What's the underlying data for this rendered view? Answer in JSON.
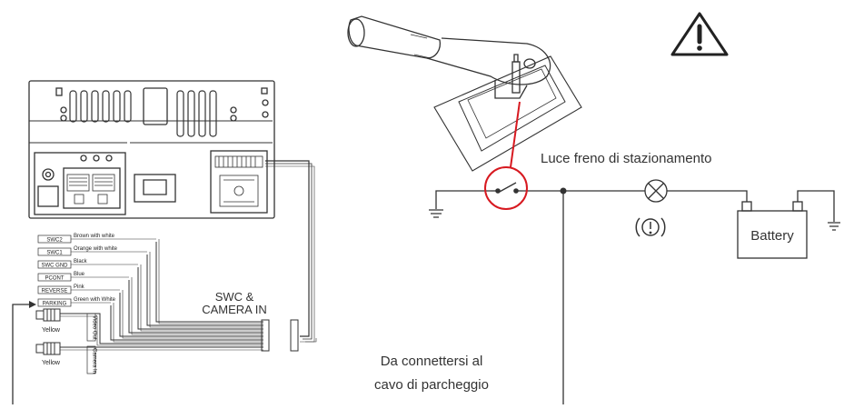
{
  "labels": {
    "brake_light": "Luce freno di stazionamento",
    "battery": "Battery",
    "connect_line1": "Da connettersi al",
    "connect_line2": "cavo di parcheggio",
    "swc_line1": "SWC &",
    "swc_line2": "CAMERA IN",
    "yellow_1": "Yellow",
    "yellow_2": "Yellow",
    "video_out": "Video Out",
    "camera_in": "Camera In"
  },
  "wires": [
    {
      "tag": "SWC2",
      "color_label": "Brown with white"
    },
    {
      "tag": "SWC1",
      "color_label": "Orange with white"
    },
    {
      "tag": "SWC GND",
      "color_label": "Black"
    },
    {
      "tag": "PCONT",
      "color_label": "Blue"
    },
    {
      "tag": "REVERSE",
      "color_label": "Pink"
    },
    {
      "tag": "PARKING",
      "color_label": "Green with White"
    }
  ],
  "colors": {
    "line": "#333333",
    "highlight": "#d71920",
    "background": "#ffffff"
  }
}
